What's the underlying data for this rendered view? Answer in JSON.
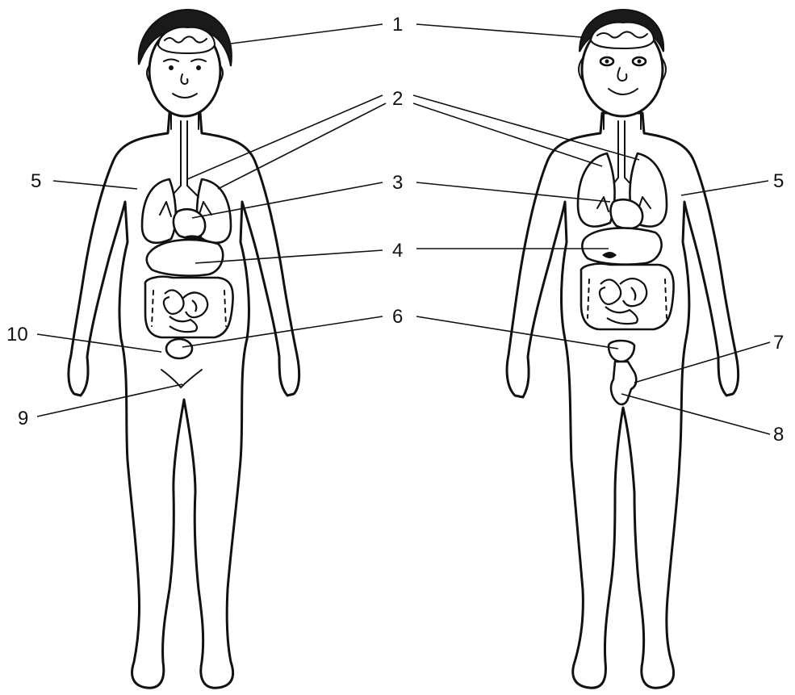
{
  "labels": {
    "l1": "1",
    "l2": "2",
    "l3": "3",
    "l4": "4",
    "l5_left": "5",
    "l5_right": "5",
    "l6": "6",
    "l7": "7",
    "l8": "8",
    "l9": "9",
    "l10": "10"
  }
}
